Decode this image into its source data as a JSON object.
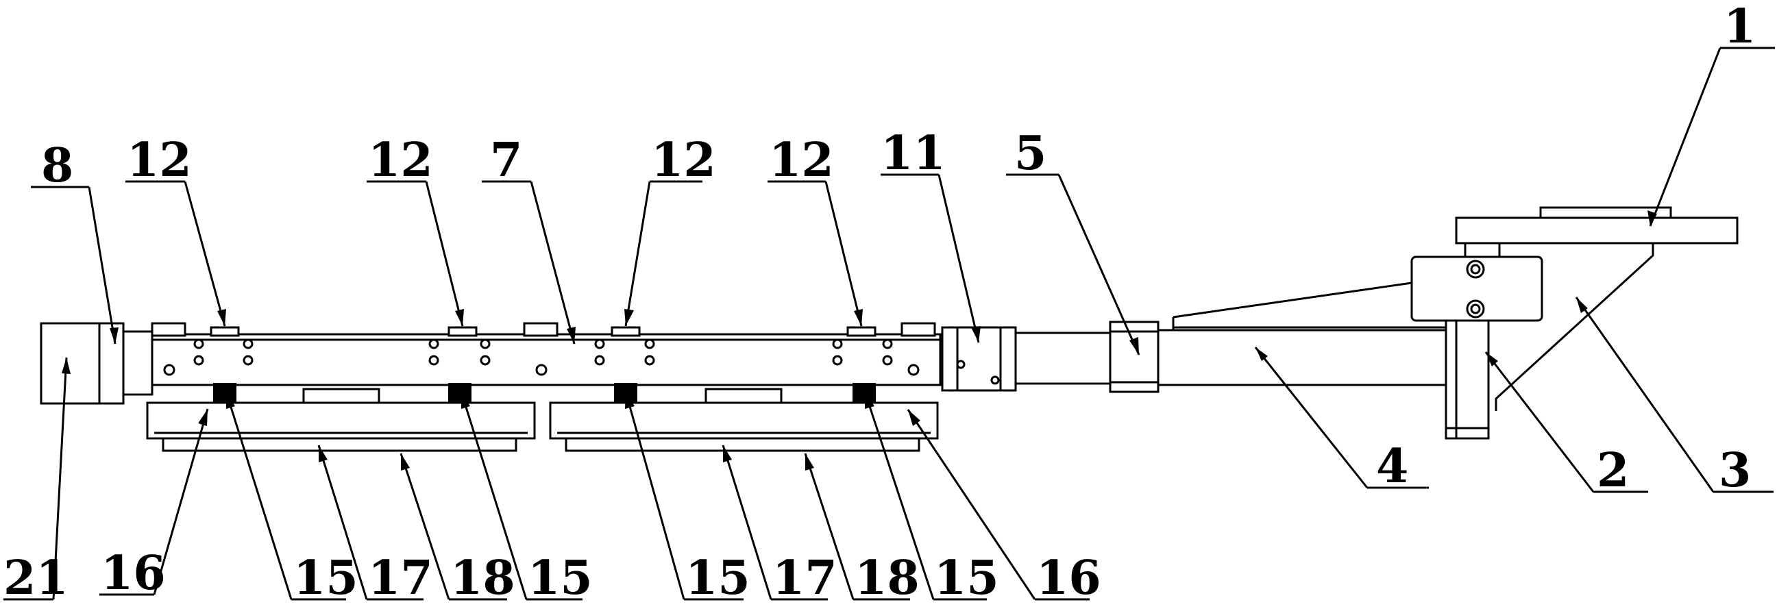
{
  "diagram": {
    "labels": {
      "l1": "1",
      "l2": "2",
      "l3": "3",
      "l4": "4",
      "l5": "5",
      "l7": "7",
      "l8": "8",
      "l11": "11",
      "l12a": "12",
      "l12b": "12",
      "l12c": "12",
      "l12d": "12",
      "l15a": "15",
      "l15b": "15",
      "l15c": "15",
      "l15d": "15",
      "l16a": "16",
      "l16b": "16",
      "l17a": "17",
      "l17b": "17",
      "l18a": "18",
      "l18b": "18",
      "l21": "21"
    }
  }
}
